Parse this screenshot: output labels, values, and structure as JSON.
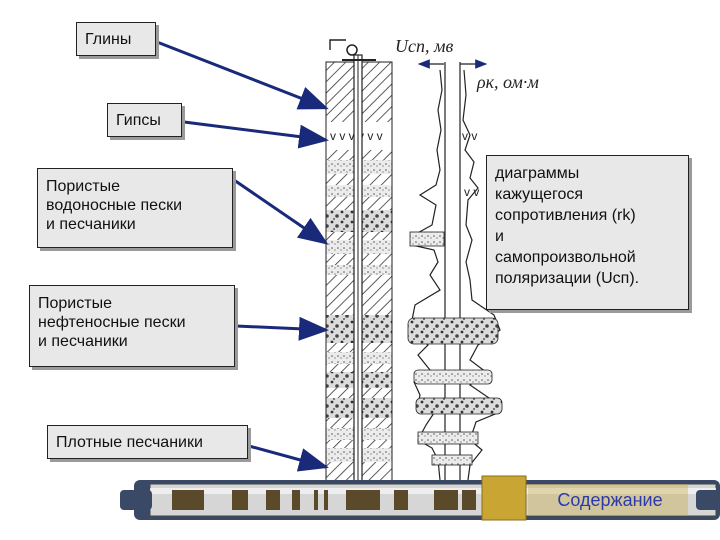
{
  "labels": {
    "clay": "Глины",
    "gypsum": "Гипсы",
    "water_sands_l1": "Пористые",
    "water_sands_l2": "водоносные пески",
    "water_sands_l3": "и песчаники",
    "oil_sands_l1": "Пористые",
    "oil_sands_l2": "нефтеносные пески",
    "oil_sands_l3": "и песчаники",
    "dense_sandstone": "Плотные песчаники"
  },
  "curve_labels": {
    "sp": "Uсп, мв",
    "resistivity": "ρк, ом·м"
  },
  "callout": {
    "l1": "диаграммы",
    "l2": "кажущегося",
    "l3": "сопротивления (rk)",
    "l4": "и",
    "l5": "самопроизвольной",
    "l6": "поляризации (Uсп)."
  },
  "toc_button": "Содержание",
  "colors": {
    "arrow": "#1a2a7a",
    "label_bg": "#e8e8e8",
    "link": "#2b3aa8",
    "sand": "#d9d9d9",
    "pipe_gold": "#c9a533"
  }
}
